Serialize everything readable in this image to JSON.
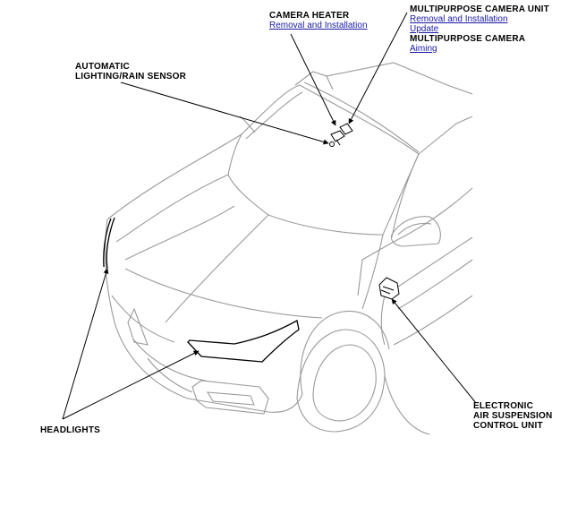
{
  "labels": {
    "camera_heater": "CAMERA HEATER",
    "camera_heater_link": "Removal and Installation",
    "mp_camera_unit": "MULTIPURPOSE CAMERA UNIT",
    "mp_camera_unit_link1": "Removal and Installation",
    "mp_camera_unit_link2": "Update",
    "mp_camera": "MULTIPURPOSE CAMERA",
    "mp_camera_link": "Aiming",
    "auto_light_line1": "AUTOMATIC",
    "auto_light_line2": "LIGHTING/RAIN SENSOR",
    "headlights": "HEADLIGHTS",
    "eas_line1": "ELECTRONIC",
    "eas_line2": "AIR SUSPENSION",
    "eas_line3": "CONTROL UNIT"
  },
  "colors": {
    "link": "#1a1aa6",
    "line": "#000000",
    "car_outline": "#9a9a9a"
  }
}
